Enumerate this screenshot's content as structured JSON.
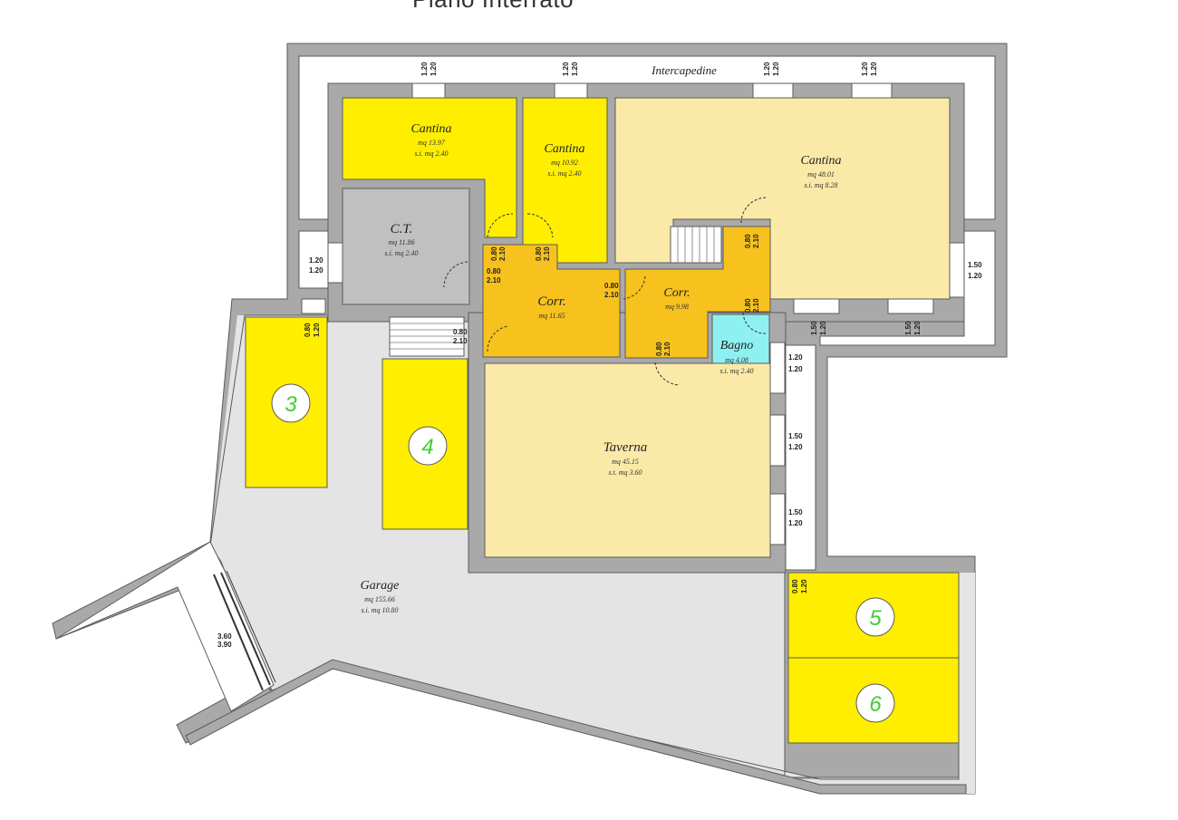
{
  "title": "Piano Interrato",
  "colors": {
    "wall": "#a9a9a9",
    "wall_stroke": "#5a5a5a",
    "floor_garage": "#e4e4e4",
    "cantina_yellow": "#ffee00",
    "cantina_light": "#fbe9a8",
    "corridor": "#f7c21e",
    "bagno": "#8ef0f0",
    "ct": "#c0c0c0",
    "slot": "#ffee00",
    "slot_number": "#44cc33"
  },
  "labels": {
    "intercapedine": "Intercapedine",
    "cantina1": {
      "name": "Cantina",
      "area": "mq 13.97",
      "si": "s.i. mq 2.40"
    },
    "cantina2": {
      "name": "Cantina",
      "area": "mq 10.92",
      "si": "s.i. mq 2.40"
    },
    "cantina3": {
      "name": "Cantina",
      "area": "mq 48.01",
      "si": "s.i. mq 8.28"
    },
    "ct": {
      "name": "C.T.",
      "area": "mq 11.86",
      "si": "s.i. mq 2.40"
    },
    "corr1": {
      "name": "Corr.",
      "area": "mq 11.65"
    },
    "corr2": {
      "name": "Corr.",
      "area": "mq 9.98"
    },
    "bagno": {
      "name": "Bagno",
      "area": "mq 4.08",
      "si": "s.i. mq 2.40"
    },
    "taverna": {
      "name": "Taverna",
      "area": "mq 45.15",
      "si": "s.t. mq 3.60"
    },
    "garage": {
      "name": "Garage",
      "area": "mq 155.66",
      "si": "s.i. mq 10.80"
    }
  },
  "slots": {
    "s3": "3",
    "s4": "4",
    "s5": "5",
    "s6": "6"
  },
  "dims": {
    "d120": "1.20",
    "d150": "1.50",
    "d080": "0.80",
    "d210": "2.10",
    "d360": "3.60",
    "d390": "3.90"
  }
}
